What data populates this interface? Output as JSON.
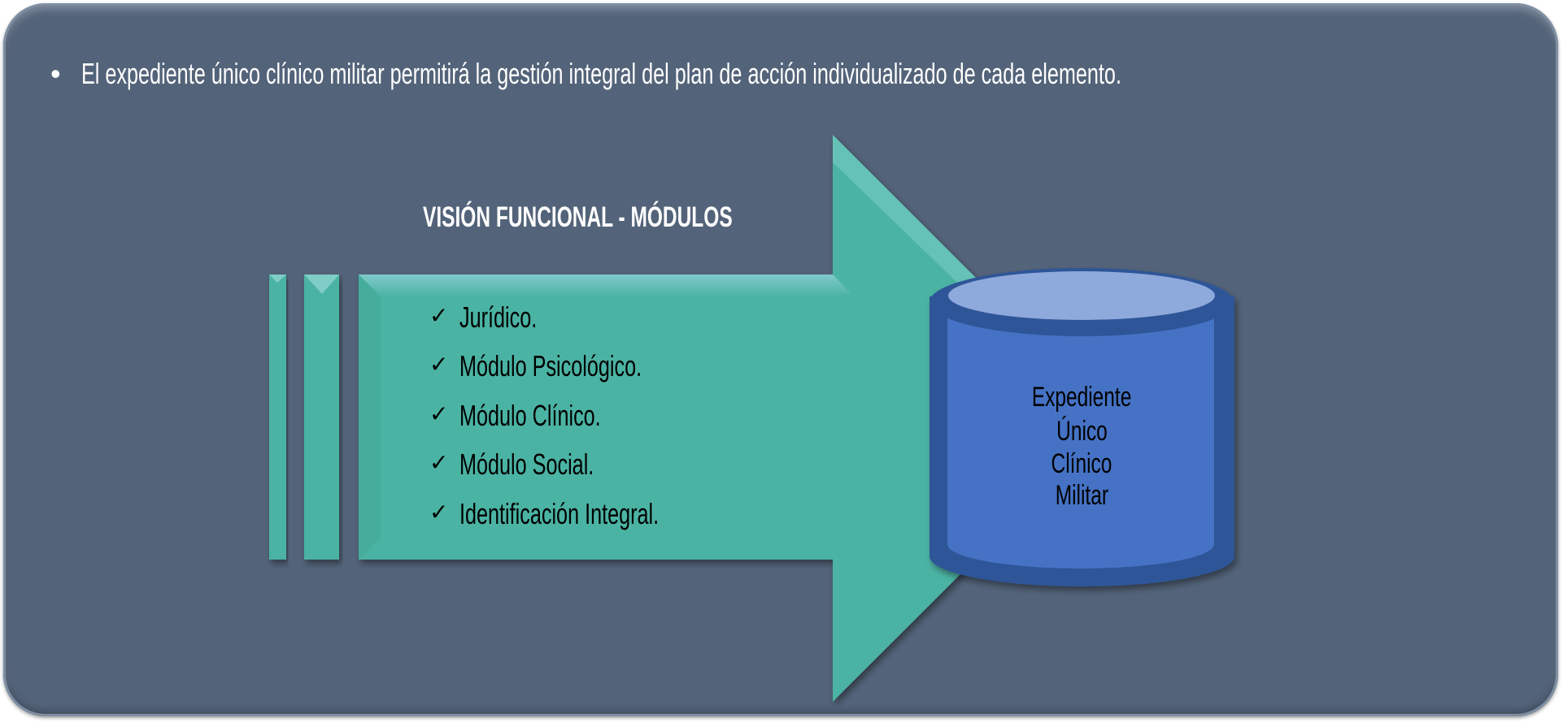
{
  "bullet": {
    "marker": "•",
    "text": "El expediente único clínico militar permitirá la gestión integral del plan de acción individualizado de cada elemento."
  },
  "diagram": {
    "title": "VISIÓN FUNCIONAL - MÓDULOS",
    "check_symbol": "✓",
    "modules": [
      "Jurídico.",
      "Módulo Psicológico.",
      "Módulo Clínico.",
      "Módulo Social.",
      "Identificación Integral."
    ],
    "database_label": [
      "Expediente",
      "Único",
      "Clínico",
      "Militar"
    ]
  },
  "colors": {
    "background": "#536379",
    "arrow": "#4BB3A3",
    "cylinder_border": "#2F5597",
    "cylinder_body": "#4472C4",
    "cylinder_top": "#8EA9DB"
  }
}
